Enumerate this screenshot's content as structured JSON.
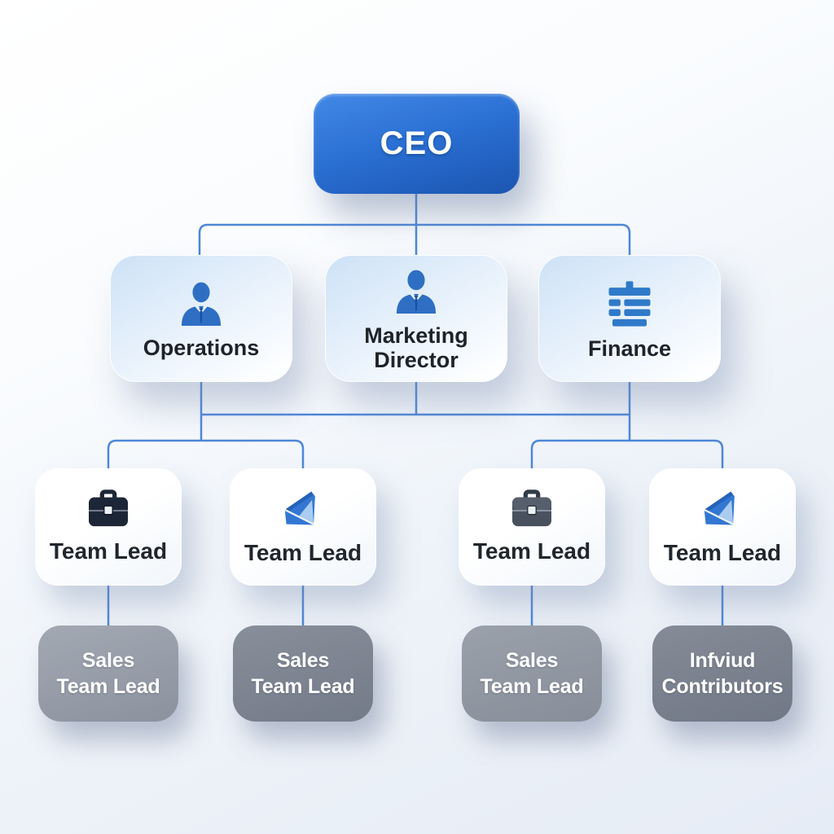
{
  "org": {
    "root": {
      "label": "CEO"
    },
    "level2": [
      {
        "label": "Operations",
        "icon": "person-icon"
      },
      {
        "label": "Marketing Director",
        "icon": "person-icon"
      },
      {
        "label": "Finance",
        "icon": "ledger-icon"
      }
    ],
    "level3": [
      {
        "label": "Team Lead",
        "icon": "briefcase-icon"
      },
      {
        "label": "Team Lead",
        "icon": "paper-plane-icon"
      },
      {
        "label": "Team Lead",
        "icon": "briefcase-icon"
      },
      {
        "label": "Team Lead",
        "icon": "paper-plane-icon"
      }
    ],
    "level4": [
      {
        "line1": "Sales",
        "line2": "Team Lead"
      },
      {
        "line1": "Sales",
        "line2": "Team Lead"
      },
      {
        "line1": "Sales",
        "line2": "Team Lead"
      },
      {
        "line1": "Infviud",
        "line2": "Contributors"
      }
    ],
    "edges": [
      [
        "CEO",
        "Operations"
      ],
      [
        "CEO",
        "Marketing Director"
      ],
      [
        "CEO",
        "Finance"
      ],
      [
        "Operations",
        "Team Lead 1"
      ],
      [
        "Operations",
        "Team Lead 2"
      ],
      [
        "Finance",
        "Team Lead 3"
      ],
      [
        "Finance",
        "Team Lead 4"
      ],
      [
        "Team Lead 1",
        "Sales Team Lead"
      ],
      [
        "Team Lead 2",
        "Sales Team Lead"
      ],
      [
        "Team Lead 3",
        "Sales Team Lead"
      ],
      [
        "Team Lead 4",
        "Infviud Contributors"
      ]
    ]
  },
  "colors": {
    "connector": "#4e87d8",
    "ceo_box_top": "#4389e6",
    "ceo_box_bottom": "#1b55b0",
    "level2_box_top": "#cde2f6",
    "level2_box_bottom": "#ffffff",
    "level3_box": "#ffffff",
    "gray_box_1": "#959ba6",
    "gray_box_2": "#7d8490",
    "gray_box_3": "#9098a2",
    "gray_box_4": "#7b828e",
    "icon_blue": "#2e6fc4",
    "briefcase_navy": "#1d2637",
    "briefcase_gray": "#49515f",
    "text_dark": "#21262c",
    "text_white": "#ffffff"
  }
}
